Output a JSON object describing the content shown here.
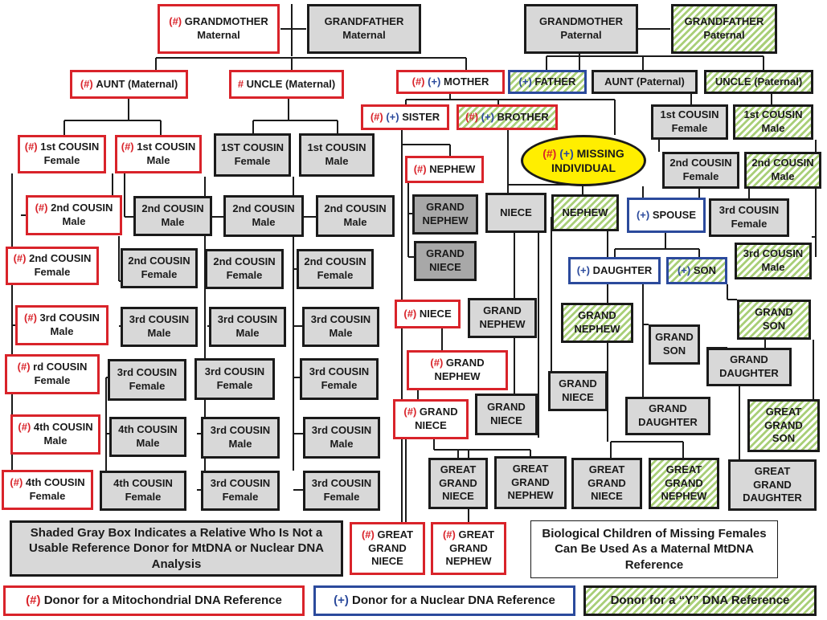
{
  "colors": {
    "mito": "#d9232a",
    "nuclear": "#2b4a9c",
    "ydna": "#a9cf78",
    "unusable": "#d8d8d8",
    "missing": "#ffee00"
  },
  "nodes": {
    "grandmother_maternal": {
      "marker": "(#)",
      "line1": "GRANDMOTHER",
      "line2": "Maternal"
    },
    "grandfather_maternal": {
      "line1": "GRANDFATHER",
      "line2": "Maternal"
    },
    "grandmother_paternal": {
      "line1": "GRANDMOTHER",
      "line2": "Paternal"
    },
    "grandfather_paternal": {
      "line1": "GRANDFATHER",
      "line2": "Paternal"
    },
    "aunt_maternal": {
      "marker": "(#)",
      "label": "AUNT (Maternal)"
    },
    "uncle_maternal": {
      "marker": "#",
      "label": "UNCLE (Maternal)"
    },
    "mother": {
      "marker_m": "(#)",
      "marker_n": "(+)",
      "label": "MOTHER"
    },
    "father": {
      "marker_n": "(+)",
      "label": "FATHER"
    },
    "aunt_paternal": {
      "label": "AUNT (Paternal)"
    },
    "uncle_paternal": {
      "label": "UNCLE (Paternal)"
    },
    "sister": {
      "marker_m": "(#)",
      "marker_n": "(+)",
      "label": "SISTER"
    },
    "brother": {
      "marker_m": "(#)",
      "marker_n": "(+)",
      "label": "BROTHER"
    },
    "missing": {
      "marker_m": "(#)",
      "marker_n": "(+)",
      "line1": "MISSING",
      "line2": "INDIVIDUAL"
    },
    "c1_paternal_f": {
      "line1": "1st COUSIN",
      "line2": "Female"
    },
    "c1_paternal_m": {
      "line1": "1st COUSIN",
      "line2": "Male"
    },
    "c2_paternal_f": {
      "line1": "2nd COUSIN",
      "line2": "Female"
    },
    "c2_paternal_m": {
      "line1": "2nd COUSIN",
      "line2": "Male"
    },
    "c3_paternal_f": {
      "line1": "3rd COUSIN",
      "line2": "Female"
    },
    "c3_paternal_m": {
      "line1": "3rd COUSIN",
      "line2": "Male"
    },
    "aunt_c1_f": {
      "marker": "(#)",
      "line1": "1st COUSIN",
      "line2": "Female"
    },
    "aunt_c1_m": {
      "marker": "(#)",
      "line1": "1st COUSIN",
      "line2": "Male"
    },
    "aunt_c2_m": {
      "marker": "(#)",
      "line1": "2nd COUSIN",
      "line2": "Male"
    },
    "aunt_c2_f": {
      "marker": "(#)",
      "line1": "2nd COUSIN",
      "line2": "Female"
    },
    "aunt_c3_m": {
      "marker": "(#)",
      "line1": "3rd COUSIN",
      "line2": "Male"
    },
    "aunt_c3_f": {
      "marker": "(#)",
      "line1": "rd COUSIN",
      "line2": "Female"
    },
    "aunt_c4_m": {
      "marker": "(#)",
      "line1": "4th COUSIN",
      "line2": "Male"
    },
    "aunt_c4_f": {
      "marker": "(#)",
      "line1": "4th COUSIN",
      "line2": "Female"
    },
    "g_c2_male_a": {
      "line1": "2nd COUSIN",
      "line2": "Male"
    },
    "g_c2_female_a": {
      "line1": "2nd COUSIN",
      "line2": "Female"
    },
    "g_c3_male_a": {
      "line1": "3rd COUSIN",
      "line2": "Male"
    },
    "g_c3_female_a": {
      "line1": "3rd COUSIN",
      "line2": "Female"
    },
    "g_c4_male_a": {
      "line1": "4th COUSIN",
      "line2": "Male"
    },
    "g_c4_female_a": {
      "line1": "4th COUSIN",
      "line2": "Female"
    },
    "u_c1_f": {
      "line1": "1ST COUSIN",
      "line2": "Female"
    },
    "u_c1_m": {
      "line1": "1st COUSIN",
      "line2": "Male"
    },
    "u_c2_m_a": {
      "line1": "2nd COUSIN",
      "line2": "Male"
    },
    "u_c2_m_b": {
      "line1": "2nd COUSIN",
      "line2": "Male"
    },
    "u_c2_f_a": {
      "line1": "2nd COUSIN",
      "line2": "Female"
    },
    "u_c2_f_b": {
      "line1": "2nd COUSIN",
      "line2": "Female"
    },
    "u_c3_m_a": {
      "line1": "3rd COUSIN",
      "line2": "Male"
    },
    "u_c3_m_b": {
      "line1": "3rd COUSIN",
      "line2": "Male"
    },
    "u_c3_f_a": {
      "line1": "3rd COUSIN",
      "line2": "Female"
    },
    "u_c3_f_b": {
      "line1": "3rd COUSIN",
      "line2": "Female"
    },
    "u_c3_m_c": {
      "line1": "3rd COUSIN",
      "line2": "Male"
    },
    "u_c3_m_d": {
      "line1": "3rd COUSIN",
      "line2": "Male"
    },
    "u_c3_f_c": {
      "line1": "3rd COUSIN",
      "line2": "Female"
    },
    "u_c3_f_d": {
      "line1": "3rd COUSIN",
      "line2": "Female"
    },
    "sis_nephew": {
      "marker": "(#)",
      "label": "NEPHEW"
    },
    "sis_grand_nephew_a": {
      "line1": "GRAND",
      "line2": "NEPHEW"
    },
    "sis_grand_niece_a": {
      "line1": "GRAND",
      "line2": "NIECE"
    },
    "sis_niece": {
      "marker": "(#)",
      "label": "NIECE"
    },
    "sis_grand_nephew_b": {
      "marker": "(#)",
      "line1": "GRAND",
      "line2": "NEPHEW"
    },
    "sis_grand_niece_b": {
      "marker": "(#)",
      "line1": "GRAND",
      "line2": "NIECE"
    },
    "sis_great_grand_niece": {
      "marker": "(#)",
      "line1": "GREAT",
      "line2": "GRAND",
      "line3": "NIECE"
    },
    "sis_great_grand_nephew": {
      "marker": "(#)",
      "line1": "GREAT",
      "line2": "GRAND",
      "line3": "NEPHEW"
    },
    "gg_niece_a": {
      "line1": "GREAT",
      "line2": "GRAND",
      "line3": "NIECE"
    },
    "gg_nephew_a": {
      "line1": "GREAT",
      "line2": "GRAND",
      "line3": "NEPHEW"
    },
    "bro_niece": {
      "label": "NIECE"
    },
    "bro_nephew": {
      "label": "NEPHEW"
    },
    "bro_grand_nephew_a": {
      "line1": "GRAND",
      "line2": "NEPHEW"
    },
    "bro_grand_niece_a": {
      "line1": "GRAND",
      "line2": "NIECE"
    },
    "bro_grand_nephew_b": {
      "line1": "GRAND",
      "line2": "NEPHEW"
    },
    "bro_grand_niece_b": {
      "line1": "GRAND",
      "line2": "NIECE"
    },
    "gg_niece_b": {
      "line1": "GREAT",
      "line2": "GRAND",
      "line3": "NIECE"
    },
    "gg_nephew_b": {
      "line1": "GREAT",
      "line2": "GRAND",
      "line3": "NEPHEW"
    },
    "spouse": {
      "marker_n": "(+)",
      "label": "SPOUSE"
    },
    "daughter": {
      "marker_n": "(+)",
      "label": "DAUGHTER"
    },
    "son": {
      "marker_n": "(+)",
      "label": "SON"
    },
    "grand_son_a": {
      "line1": "GRAND",
      "line2": "SON"
    },
    "grand_daughter_a": {
      "line1": "GRAND",
      "line2": "DAUGHTER"
    },
    "grand_son_b": {
      "line1": "GRAND",
      "line2": "SON"
    },
    "grand_daughter_b": {
      "line1": "GRAND",
      "line2": "DAUGHTER"
    },
    "great_grand_son": {
      "line1": "GREAT",
      "line2": "GRAND",
      "line3": "SON"
    },
    "great_grand_daughter": {
      "line1": "GREAT",
      "line2": "GRAND",
      "line3": "DAUGHTER"
    }
  },
  "notes": {
    "shaded": "Shaded Gray Box Indicates a Relative Who Is Not a Usable Reference Donor for MtDNA or Nuclear DNA Analysis",
    "biological": "Biological Children of Missing Females Can Be Used As a Maternal MtDNA Reference"
  },
  "legend": {
    "mito_marker": "(#)",
    "mito_label": "Donor for a Mitochondrial DNA Reference",
    "nuclear_marker": "(+)",
    "nuclear_label": "Donor for a Nuclear DNA Reference",
    "ydna_label": "Donor for a “Y” DNA Reference"
  }
}
